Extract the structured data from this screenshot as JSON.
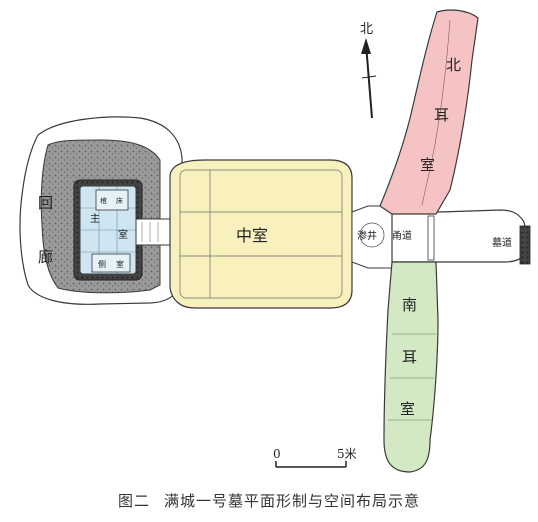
{
  "figure": {
    "caption_number": "图二",
    "caption_text": "满城一号墓平面形制与空间布局示意",
    "labels": {
      "north_arrow": "北",
      "north_chamber": [
        "北",
        "耳",
        "室"
      ],
      "south_chamber": [
        "南",
        "耳",
        "室"
      ],
      "central_chamber": "中室",
      "corridor": [
        "回",
        "廊"
      ],
      "main_chamber": [
        "主",
        "室"
      ],
      "seepage_well": "渗井",
      "passage": "甬道",
      "tomb_passage": "墓道",
      "coffin_bed": [
        "棺",
        "床"
      ],
      "side_room": [
        "侧",
        "室"
      ]
    },
    "scale_bar": {
      "start": "0",
      "end": "5米"
    }
  },
  "colors": {
    "north_chamber": "#f6c3c5",
    "south_chamber": "#d3e9c3",
    "central_chamber": "#f8f0bd",
    "main_chamber": "#cfe6f2",
    "corridor_rock": "#8a8a8a",
    "outline": "#3a3a3a"
  }
}
